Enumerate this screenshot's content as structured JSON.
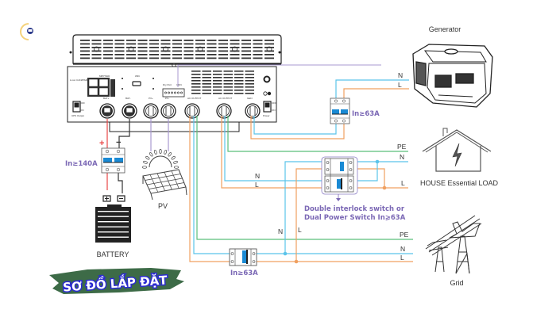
{
  "logo": {
    "icon": "company-logo-icon"
  },
  "inverter": {
    "ports": {
      "mppt": "MPPT&ID",
      "wifi": "WiFi",
      "li_ion": "Li-ion CAN/RS485",
      "dry_port": "Dry Port",
      "gnd": "GDN",
      "bat_plus": "BAT+",
      "bat_minus": "BAT-",
      "pv_plus": "PV+",
      "pv_minus": "PV-",
      "ac_output_1": "AC OUTPUT",
      "ac_output_2": "AC OUTPUT",
      "gen": "GEN",
      "ups_output": "UPS Output",
      "power": "Power",
      "off": "OFF",
      "on": "ON"
    }
  },
  "components": {
    "generator": {
      "label": "Generator",
      "icon": "generator-icon"
    },
    "house": {
      "label": "HOUSE Essential LOAD",
      "icon": "house-lightning-icon"
    },
    "grid": {
      "label": "Grid",
      "icon": "power-tower-icon"
    },
    "battery": {
      "label": "BATTERY",
      "icon": "battery-icon"
    },
    "pv": {
      "label": "PV",
      "icon": "solar-panel-icon"
    }
  },
  "breakers": {
    "battery": {
      "rating": "In≥140A"
    },
    "generator": {
      "rating": "In≥63A"
    },
    "grid": {
      "rating": "In≥63A"
    },
    "interlock": {
      "note_line1": "Double interlock switch or",
      "note_line2": "Dual Power Switch In⩾63A"
    }
  },
  "wire_labels": {
    "gen_n": "N",
    "gen_l": "L",
    "load_pe": "PE",
    "load_n": "N",
    "load_l": "L",
    "ac_n": "N",
    "ac_l": "L",
    "grid_vn": "N",
    "grid_vl": "L",
    "grid_pe": "PE",
    "grid_n": "N",
    "grid_l": "L",
    "bat_plus": "+",
    "bat_minus": "−"
  },
  "banner": {
    "text": "SƠ ĐỒ LẮP ĐẶT",
    "color": "#3d6b47"
  },
  "colors": {
    "live": "#f0a060",
    "neutral": "#5bc4ea",
    "earth": "#5bbf7a",
    "pv": "#a89ad0",
    "battery_plus": "#e84545",
    "battery_minus": "#333333",
    "note": "#7b68b5",
    "breaker_blue": "#1a8ad4"
  }
}
